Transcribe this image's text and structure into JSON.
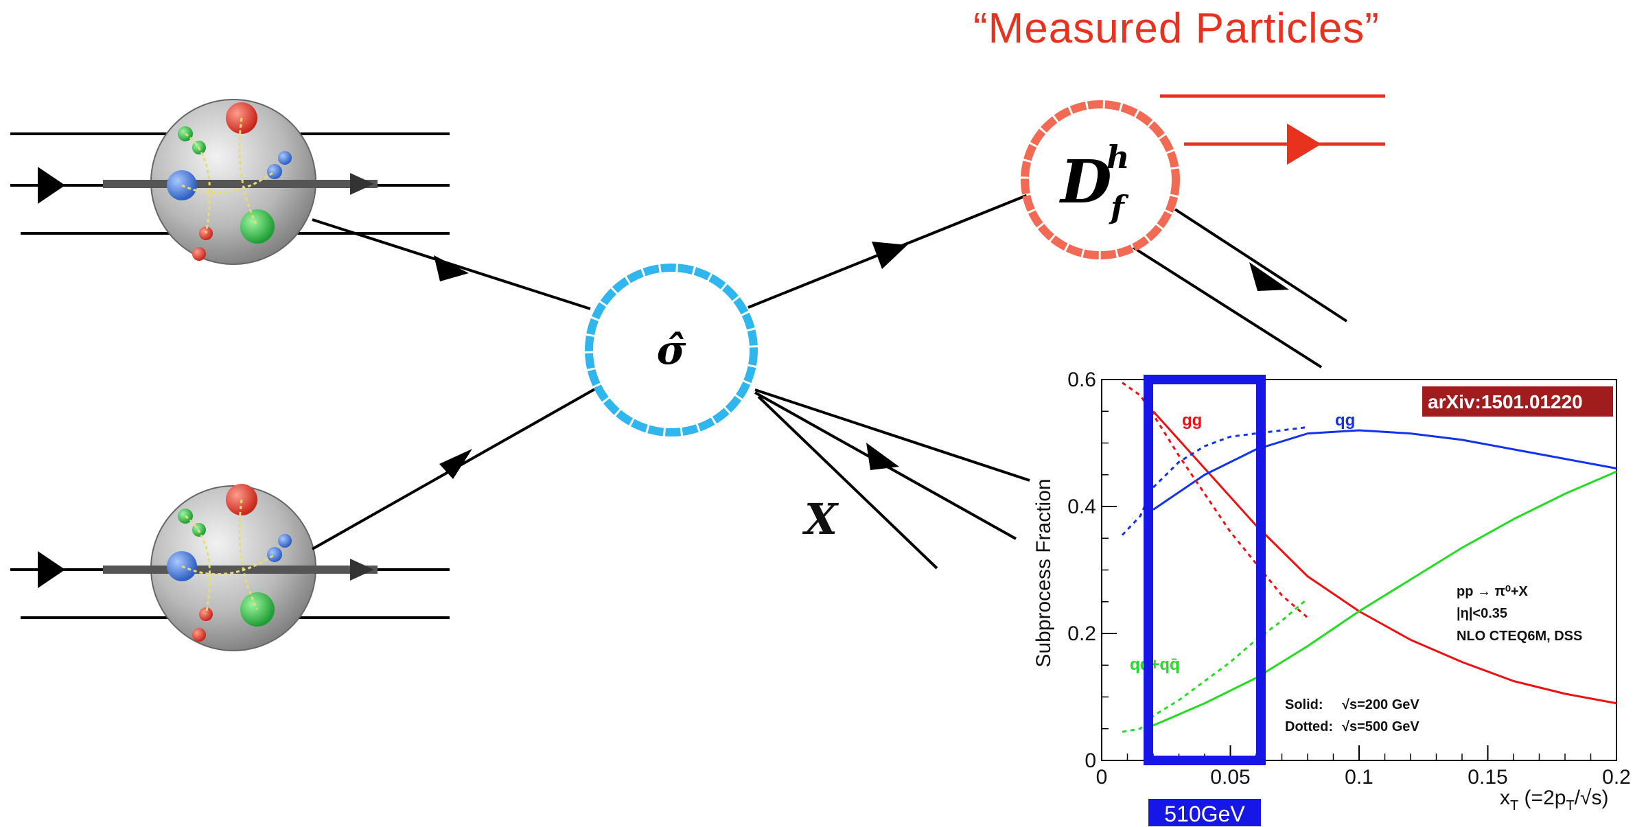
{
  "diagram": {
    "title": "“Measured Particles”",
    "hard_process_label": "σ̂",
    "frag_function": {
      "main": "D",
      "sup": "h",
      "sub": "f"
    },
    "x_label": "X",
    "colors": {
      "title": "#e8321e",
      "frag_circle": "#f26a53",
      "sigma_circle": "#2fb6ee",
      "measured_lines": "#e8321e",
      "highlight_box": "#1616e6"
    },
    "icons": [
      "proton-top-icon",
      "proton-bottom-icon"
    ]
  },
  "chart_data": {
    "type": "line",
    "xlabel": "x",
    "xlabel_sub": "T",
    "xlabel_rest": " (=2p",
    "xlabel_sub2": "T",
    "xlabel_end": "/√s)",
    "ylabel": "Subprocess Fraction",
    "xlim": [
      0,
      0.2
    ],
    "ylim": [
      0,
      0.6
    ],
    "xticks": [
      0,
      0.05,
      0.1,
      0.15,
      0.2
    ],
    "xtick_labels": [
      "0",
      "0.05",
      "0.1",
      "0.15",
      "0.2"
    ],
    "yticks": [
      0,
      0.2,
      0.4,
      0.6
    ],
    "ytick_labels": [
      "0",
      "0.2",
      "0.4",
      "0.6"
    ],
    "badge": "arXiv:1501.01220",
    "annotations": {
      "process": "pp → π⁰+X",
      "eta_cut": "|η|<0.35",
      "pdf": "NLO CTEQ6M, DSS",
      "solid_key": "Solid:",
      "solid_val": "√s=200 GeV",
      "dotted_key": "Dotted:",
      "dotted_val": "√s=500 GeV"
    },
    "series": [
      {
        "name": "gg",
        "style": "solid",
        "color": "#ee1111",
        "x": [
          0.02,
          0.04,
          0.06,
          0.08,
          0.1,
          0.12,
          0.14,
          0.16,
          0.18,
          0.2
        ],
        "y": [
          0.55,
          0.46,
          0.37,
          0.29,
          0.235,
          0.19,
          0.155,
          0.125,
          0.105,
          0.09
        ]
      },
      {
        "name": "qg",
        "style": "solid",
        "color": "#1133ee",
        "x": [
          0.02,
          0.04,
          0.06,
          0.08,
          0.1,
          0.12,
          0.14,
          0.16,
          0.18,
          0.2
        ],
        "y": [
          0.395,
          0.45,
          0.49,
          0.515,
          0.52,
          0.515,
          0.505,
          0.49,
          0.475,
          0.46
        ]
      },
      {
        "name": "qq+qq̄",
        "style": "solid",
        "color": "#22dd22",
        "x": [
          0.02,
          0.04,
          0.06,
          0.08,
          0.1,
          0.12,
          0.14,
          0.16,
          0.18,
          0.2
        ],
        "y": [
          0.055,
          0.09,
          0.13,
          0.18,
          0.235,
          0.285,
          0.335,
          0.38,
          0.42,
          0.455
        ]
      },
      {
        "name": "gg",
        "style": "dotted",
        "color": "#ee1111",
        "x": [
          0.008,
          0.015,
          0.02,
          0.03,
          0.04,
          0.05,
          0.06,
          0.07,
          0.08
        ],
        "y": [
          0.595,
          0.575,
          0.545,
          0.48,
          0.42,
          0.36,
          0.31,
          0.26,
          0.225
        ]
      },
      {
        "name": "qg",
        "style": "dotted",
        "color": "#1133ee",
        "x": [
          0.008,
          0.015,
          0.02,
          0.03,
          0.04,
          0.05,
          0.06,
          0.07,
          0.08
        ],
        "y": [
          0.355,
          0.385,
          0.43,
          0.47,
          0.495,
          0.51,
          0.515,
          0.52,
          0.525
        ]
      },
      {
        "name": "qq+qq̄",
        "style": "dotted",
        "color": "#22dd22",
        "x": [
          0.008,
          0.015,
          0.02,
          0.03,
          0.04,
          0.05,
          0.06,
          0.07,
          0.08
        ],
        "y": [
          0.045,
          0.05,
          0.07,
          0.095,
          0.125,
          0.155,
          0.19,
          0.22,
          0.255
        ]
      }
    ],
    "series_labels": [
      "gg",
      "qg",
      "qq+qq̄"
    ],
    "highlight": {
      "x_range": [
        0.02,
        0.06
      ],
      "label": "510GeV"
    }
  }
}
